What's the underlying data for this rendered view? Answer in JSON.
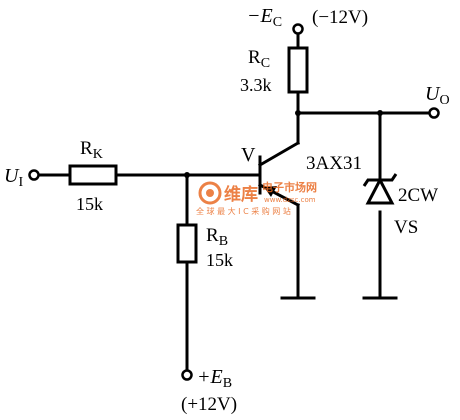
{
  "supply_neg": {
    "sym": "−E",
    "sub": "C",
    "value": "(−12V)"
  },
  "supply_pos": {
    "sym": "+E",
    "sub": "B",
    "value": "(+12V)"
  },
  "input": {
    "sym": "U",
    "sub": "I"
  },
  "output": {
    "sym": "U",
    "sub": "O"
  },
  "rk": {
    "sym": "R",
    "sub": "K",
    "value": "15k"
  },
  "rb": {
    "sym": "R",
    "sub": "B",
    "value": "15k"
  },
  "rc": {
    "sym": "R",
    "sub": "C",
    "value": "3.3k"
  },
  "transistor": {
    "sym": "V",
    "model": "3AX31"
  },
  "zener": {
    "model": "2CW",
    "sym": "VS"
  },
  "watermark": {
    "logo": "维库",
    "name": "电子市场网",
    "url": "www.dzsc.com",
    "slogan": "全 球 最 大 I C 采 购 网 站"
  },
  "colors": {
    "watermark": "#e8661e",
    "line": "#000000"
  }
}
